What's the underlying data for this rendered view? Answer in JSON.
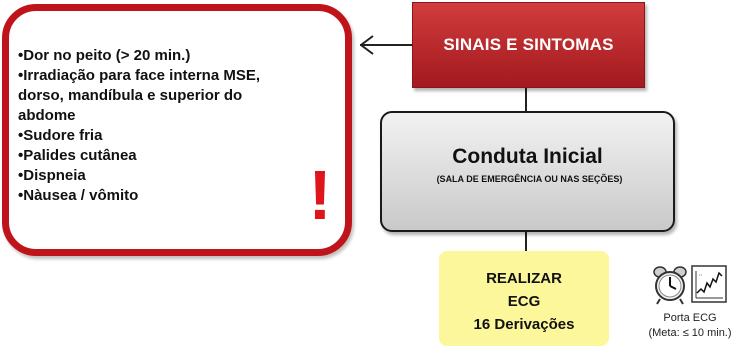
{
  "symptoms": {
    "items": [
      "•Dor no peito (> 20 min.)",
      "•Irradiação para face interna MSE,",
      "dorso, mandíbula e superior do",
      "abdome",
      "•Sudore fria",
      "•Palides cutânea",
      "•Dispneia",
      "•Nàusea / vômito"
    ],
    "alert_symbol": "!"
  },
  "signs_box": {
    "label": "SINAIS E SINTOMAS"
  },
  "conduta_box": {
    "title": "Conduta Inicial",
    "subtitle": "(SALA DE EMERGÊNCIA OU NAS SEÇÕES)"
  },
  "ecg_box": {
    "line1": "REALIZAR",
    "line2": "ECG",
    "line3": "16 Derivações"
  },
  "timing": {
    "label": "Porta ECG",
    "goal": "(Meta: ≤ 10 min.)"
  },
  "icons": {
    "clock": "alarm-clock-icon",
    "chart": "ecg-chart-icon"
  },
  "colors": {
    "alert_red": "#c0141b",
    "signs_red": "#b22226",
    "conduta_grey": "#d9d9d9",
    "ecg_yellow": "#fcf79a"
  }
}
